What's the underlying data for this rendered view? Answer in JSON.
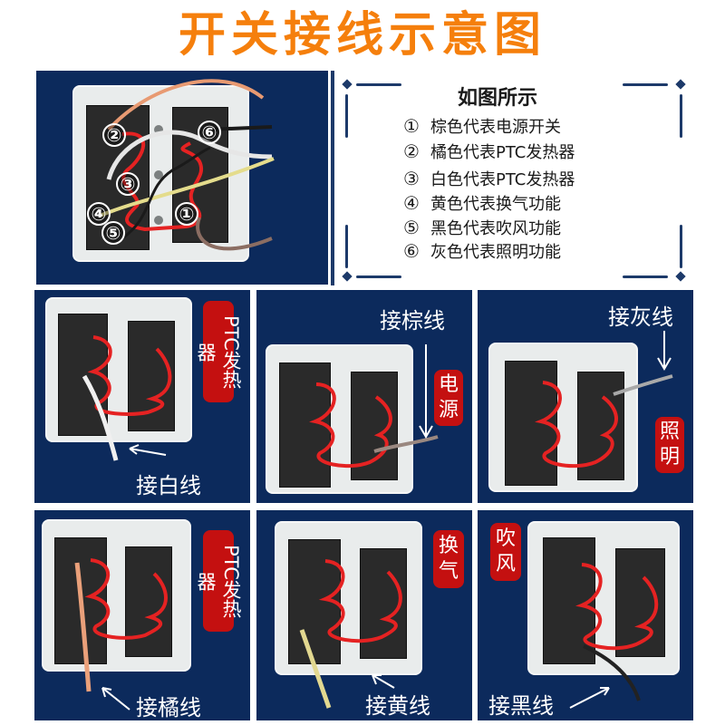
{
  "title": "开关接线示意图",
  "legend": {
    "heading": "如图所示",
    "items": [
      {
        "mark": "①",
        "text": "棕色代表电源开关",
        "wire_color": "#8b6d62"
      },
      {
        "mark": "②",
        "text": "橘色代表PTC发热器",
        "wire_color": "#e89a72"
      },
      {
        "mark": "③",
        "text": "白色代表PTC发热器",
        "wire_color": "#e6e6e6"
      },
      {
        "mark": "④",
        "text": "黄色代表换气功能",
        "wire_color": "#e4dc8c"
      },
      {
        "mark": "⑤",
        "text": "黑色代表吹风功能",
        "wire_color": "#1a1a1a"
      },
      {
        "mark": "⑥",
        "text": "灰色代表照明功能",
        "wire_color": "#9a9a9a"
      }
    ]
  },
  "overview": {
    "markers": [
      "②",
      "⑥",
      "③",
      "④",
      "①",
      "⑤"
    ]
  },
  "panels": [
    {
      "id": "white",
      "badge": "PTC发热器",
      "caption": "接白线",
      "wire_color": "#f0f0f0"
    },
    {
      "id": "brown",
      "badge_chars": [
        "电",
        "源"
      ],
      "caption": "接棕线",
      "wire_color": "#9a8880"
    },
    {
      "id": "gray",
      "badge_chars": [
        "照",
        "明"
      ],
      "caption": "接灰线",
      "wire_color": "#a9a9a9"
    },
    {
      "id": "orange",
      "badge": "PTC发热器",
      "caption": "接橘线",
      "wire_color": "#eaa07a"
    },
    {
      "id": "yellow",
      "badge_chars": [
        "换",
        "气"
      ],
      "caption": "接黄线",
      "wire_color": "#e2d890"
    },
    {
      "id": "black",
      "badge_chars": [
        "吹",
        "风"
      ],
      "caption": "接黑线",
      "wire_color": "#222222"
    }
  ],
  "colors": {
    "title": "#f57f0c",
    "panel_bg": "#0c2a5c",
    "badge_bg": "#c41010",
    "jumper_wire": "#e52222"
  }
}
